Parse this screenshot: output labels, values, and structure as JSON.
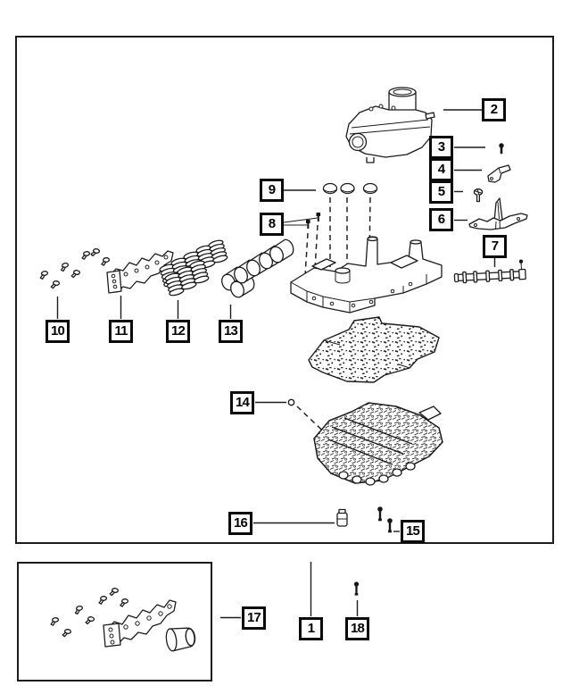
{
  "diagram": {
    "callout_labels": [
      "1",
      "2",
      "3",
      "4",
      "5",
      "6",
      "7",
      "8",
      "9",
      "10",
      "11",
      "12",
      "13",
      "14",
      "15",
      "16",
      "17",
      "18"
    ],
    "colors": {
      "ink": "#1c1c1c",
      "background": "#ffffff"
    }
  }
}
